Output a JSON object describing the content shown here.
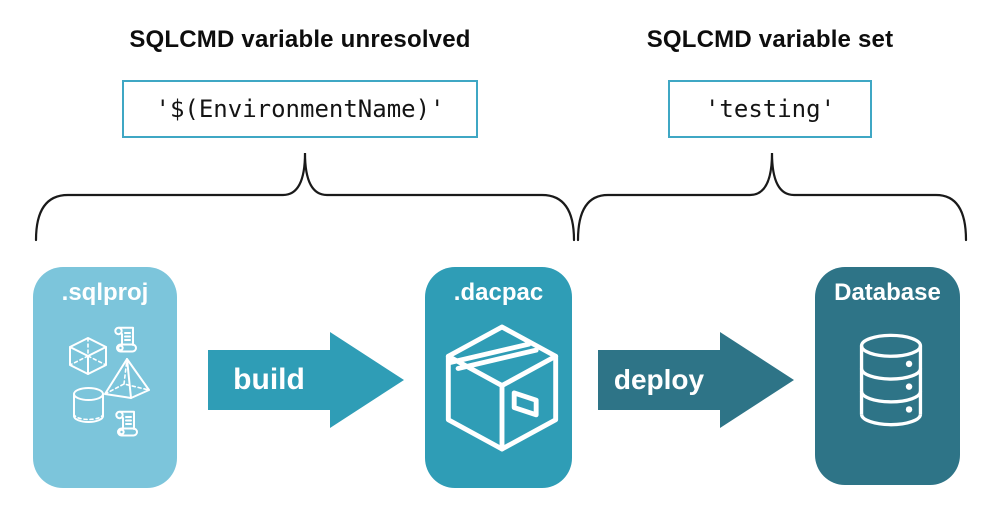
{
  "colors": {
    "light_blue": "#7CC5DB",
    "teal": "#2F9DB6",
    "dark_teal": "#2E7487",
    "code_box_border": "#3FA7C4",
    "line": "#1A1A1A"
  },
  "annotations": {
    "unresolved": {
      "title": "SQLCMD variable unresolved",
      "value": "'$(EnvironmentName)'"
    },
    "set": {
      "title": "SQLCMD variable set",
      "value": "'testing'"
    }
  },
  "pipeline": {
    "stages": [
      {
        "label": ".sqlproj",
        "icon": "sql-objects-icon"
      },
      {
        "label": ".dacpac",
        "icon": "package-icon"
      },
      {
        "label": "Database",
        "icon": "database-icon"
      }
    ],
    "arrows": [
      {
        "label": "build"
      },
      {
        "label": "deploy"
      }
    ]
  }
}
